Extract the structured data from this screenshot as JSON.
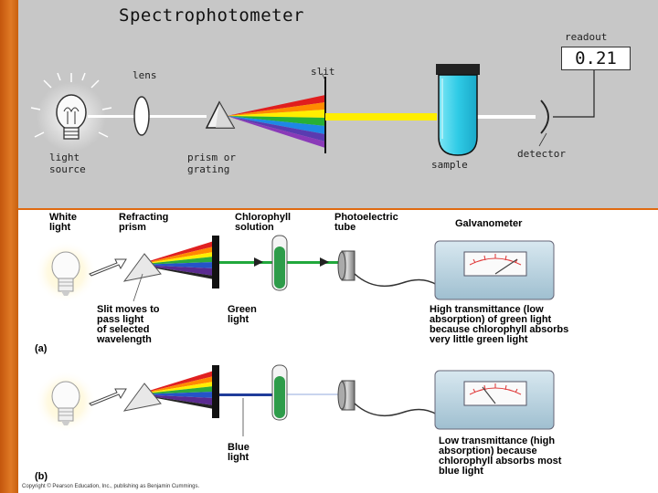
{
  "top": {
    "title": "Spectrophotometer",
    "lens": "lens",
    "slit": "slit",
    "readout_label": "readout",
    "readout_value": "0.21",
    "light_source": [
      "light",
      "source"
    ],
    "prism": [
      "prism or",
      "grating"
    ],
    "sample": "sample",
    "detector": "detector"
  },
  "bottom": {
    "white_light": [
      "White",
      "light"
    ],
    "refracting_prism": [
      "Refracting",
      "prism"
    ],
    "chlorophyll": [
      "Chlorophyll",
      "solution"
    ],
    "photoelectric": [
      "Photoelectric",
      "tube"
    ],
    "galvanometer": "Galvanometer",
    "slit_note": [
      "Slit moves to",
      "pass light",
      "of selected",
      "wavelength"
    ],
    "green_light": [
      "Green",
      "light"
    ],
    "high_note": [
      "High transmittance (low",
      "absorption) of green light",
      "because chlorophyll absorbs",
      "very little green light"
    ],
    "label_a": "(a)",
    "blue_light": [
      "Blue",
      "light"
    ],
    "low_note": [
      "Low transmittance (high",
      "absorption) because",
      "chlorophyll absorbs most",
      "blue light"
    ],
    "label_b": "(b)",
    "copyright": "Copyright © Pearson Education, Inc., publishing as Benjamin Cummings."
  },
  "colors": {
    "accent_bar": "#d0651a",
    "top_background": "#c7c7c7",
    "sample_tube": "#3fd0ea",
    "yellow_beam": "#ffee00",
    "green_beam": "#21a83c",
    "blue_beam": "#1f3c9a",
    "galvanometer_case": "#b9d3e0"
  }
}
